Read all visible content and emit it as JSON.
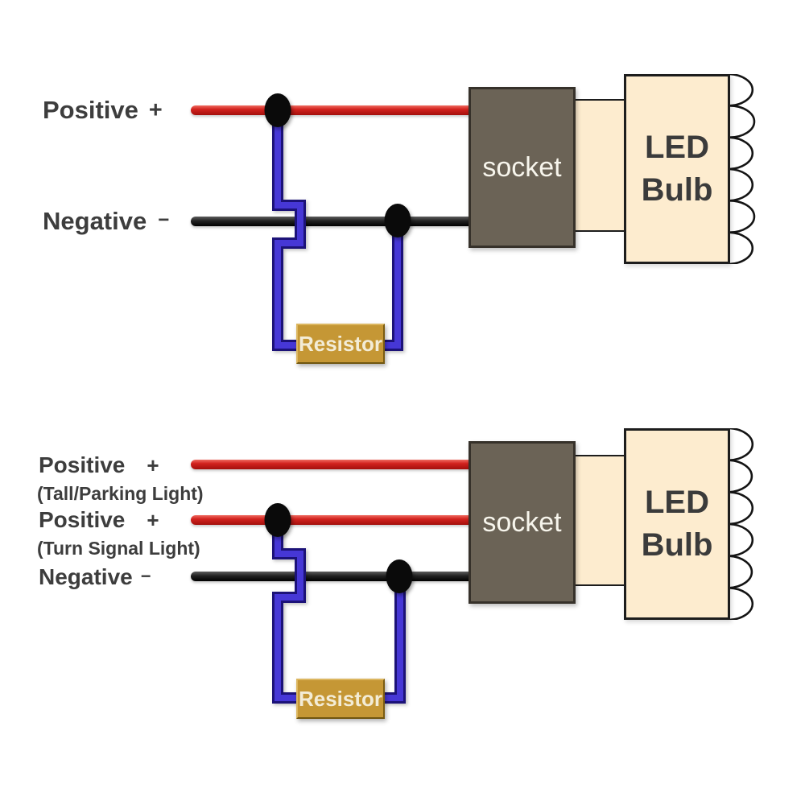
{
  "colors": {
    "background": "#ffffff",
    "label_text": "#3d3d3d",
    "positive_wire_red": "#d2221e",
    "negative_wire_black": "#111111",
    "jumper_wire_blue": "#4637d6",
    "jumper_wire_outline": "#1c1278",
    "junction_dot": "#0a0a0a",
    "socket_fill": "#6b6356",
    "socket_text": "#f7f5ec",
    "resistor_fill": "#c59735",
    "resistor_text": "#f3ecd6",
    "bulb_fill": "#fdeccf",
    "bulb_outline": "#1d1d1d",
    "bulb_text": "#3b3b3b"
  },
  "diagram_top": {
    "positive": {
      "word": "Positive",
      "sign": "+"
    },
    "negative": {
      "word": "Negative",
      "sign": "−"
    },
    "socket_label": "socket",
    "led_line1": "LED",
    "led_line2": "Bulb",
    "resistor_label": "Resistor",
    "lens_count": 6
  },
  "diagram_bottom": {
    "positive_tail": {
      "word": "Positive",
      "sign": "+",
      "note": "(Tall/Parking Light)"
    },
    "positive_turn": {
      "word": "Positive",
      "sign": "+",
      "note": "(Turn Signal Light)"
    },
    "negative": {
      "word": "Negative",
      "sign": "−"
    },
    "socket_label": "socket",
    "led_line1": "LED",
    "led_line2": "Bulb",
    "resistor_label": "Resistor",
    "lens_count": 6
  }
}
